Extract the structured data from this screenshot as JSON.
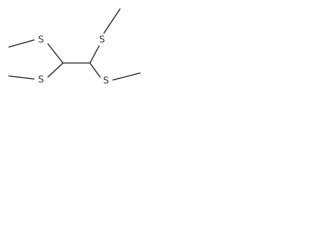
{
  "molecule": {
    "atoms": [
      {
        "id": "s_top_left",
        "label": "S"
      },
      {
        "id": "s_bottom_left",
        "label": "S"
      },
      {
        "id": "s_top_right",
        "label": "S"
      },
      {
        "id": "s_bottom_right",
        "label": "S"
      }
    ]
  }
}
